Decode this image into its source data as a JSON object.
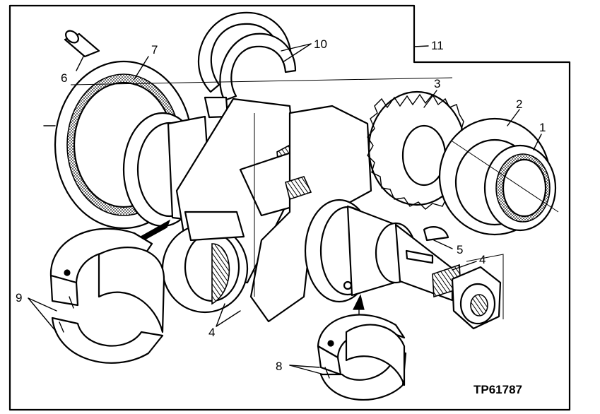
{
  "figure_code": "TP61787",
  "callouts": [
    "1",
    "2",
    "3",
    "4",
    "4",
    "5",
    "6",
    "7",
    "8",
    "9",
    "10",
    "11"
  ]
}
